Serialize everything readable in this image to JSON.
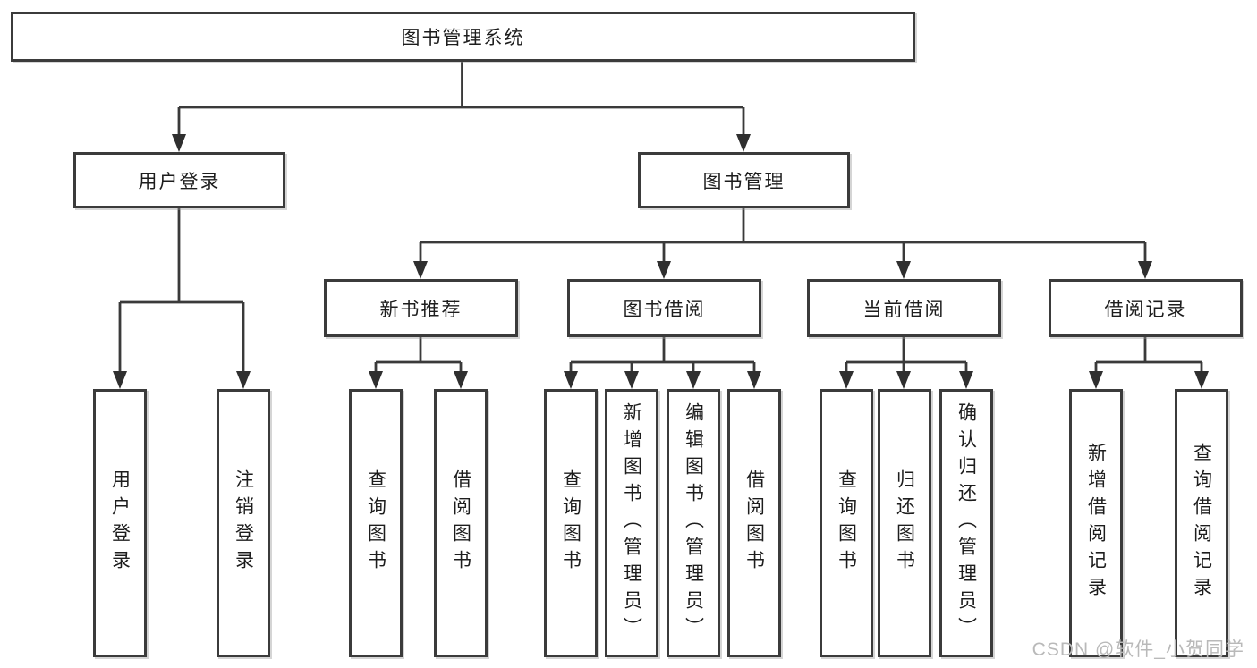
{
  "colors": {
    "background": "#ffffff",
    "box_border": "#3b3b3b",
    "connector_line": "#3a3a3a",
    "arrowhead": "#2f2f2f",
    "text": "#1d1d1d",
    "watermark": "#b9b9b9"
  },
  "tree": {
    "root": {
      "label": "图书管理系统"
    },
    "branches": [
      {
        "label": "用户登录",
        "children": [
          {
            "label": "用户登录"
          },
          {
            "label": "注销登录"
          }
        ]
      },
      {
        "label": "图书管理",
        "children": [
          {
            "label": "新书推荐",
            "children": [
              {
                "label": "查询图书"
              },
              {
                "label": "借阅图书"
              }
            ]
          },
          {
            "label": "图书借阅",
            "children": [
              {
                "label": "查询图书"
              },
              {
                "label": "新增图书（管理员）"
              },
              {
                "label": "编辑图书（管理员）"
              },
              {
                "label": "借阅图书"
              }
            ]
          },
          {
            "label": "当前借阅",
            "children": [
              {
                "label": "查询图书"
              },
              {
                "label": "归还图书"
              },
              {
                "label": "确认归还（管理员）"
              }
            ]
          },
          {
            "label": "借阅记录",
            "children": [
              {
                "label": "新增借阅记录"
              },
              {
                "label": "查询借阅记录"
              }
            ]
          }
        ]
      }
    ]
  },
  "watermark": {
    "text": "CSDN @软件_小贺同学"
  }
}
